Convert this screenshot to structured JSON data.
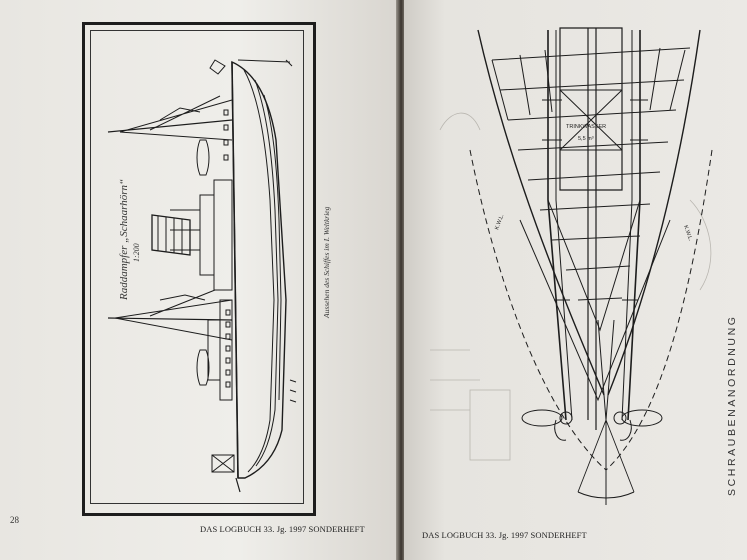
{
  "left_page": {
    "page_number": "28",
    "footer": "DAS LOGBUCH 33. Jg. 1997 SONDERHEFT",
    "drawing_title": "Raddampfer „Schaarhörn“",
    "drawing_scale": "1:200",
    "drawing_caption": "Aussehen des Schiffes im I. Weltkrieg"
  },
  "right_page": {
    "footer": "DAS LOGBUCH 33. Jg. 1997 SONDERHEFT",
    "section_title": "SCHRAUBENANORDNUNG",
    "label_trinkwasser": "TRINKWASSER",
    "label_volume": "5,5 m³",
    "label_kwl": "K.W.L."
  },
  "colors": {
    "ink": "#1d1d1d",
    "paper": "#ebe9e5"
  }
}
